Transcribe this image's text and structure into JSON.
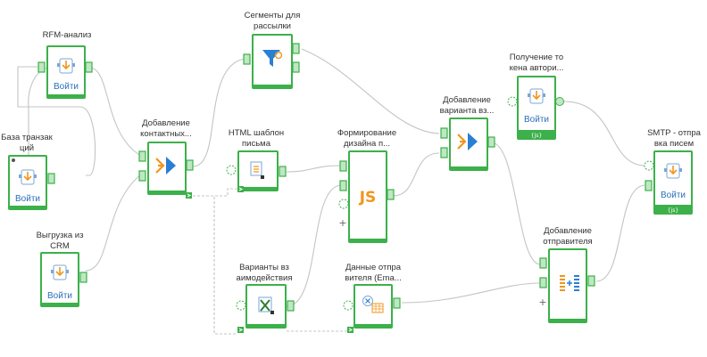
{
  "nodes": {
    "rfm": {
      "title": [
        "RFM-анализ"
      ],
      "button": "Войти"
    },
    "transactions": {
      "title": [
        "База транзак",
        "ций"
      ],
      "button": "Войти"
    },
    "crm": {
      "title": [
        "Выгрузка из",
        "CRM"
      ],
      "button": "Войти"
    },
    "contacts": {
      "title": [
        "Добавление",
        "контактных..."
      ]
    },
    "segments": {
      "title": [
        "Сегменты для",
        "рассылки"
      ]
    },
    "html_template": {
      "title": [
        "HTML шаблон",
        "письма"
      ]
    },
    "variants": {
      "title": [
        "Варианты вз",
        "аимодействия"
      ]
    },
    "sender_data": {
      "title": [
        "Данные отпра",
        "вителя (Ema..."
      ]
    },
    "design": {
      "title": [
        "Формирование",
        "дизайна п..."
      ],
      "icon_text": "JS"
    },
    "add_variant": {
      "title": [
        "Добавление",
        "варианта вз..."
      ]
    },
    "token": {
      "title": [
        "Получение то",
        "кена автори..."
      ],
      "button": "Войти"
    },
    "add_sender": {
      "title": [
        "Добавление",
        "отправителя"
      ]
    },
    "smtp": {
      "title": [
        "SMTP - отпра",
        "вка писем"
      ],
      "button": "Войти"
    }
  },
  "colors": {
    "node_border": "#3cb04a",
    "link": "#c4c4c4",
    "button_text": "#2a6fb8",
    "merge_arrow": "#f0961e",
    "merge_triangle": "#2a7fd4"
  }
}
